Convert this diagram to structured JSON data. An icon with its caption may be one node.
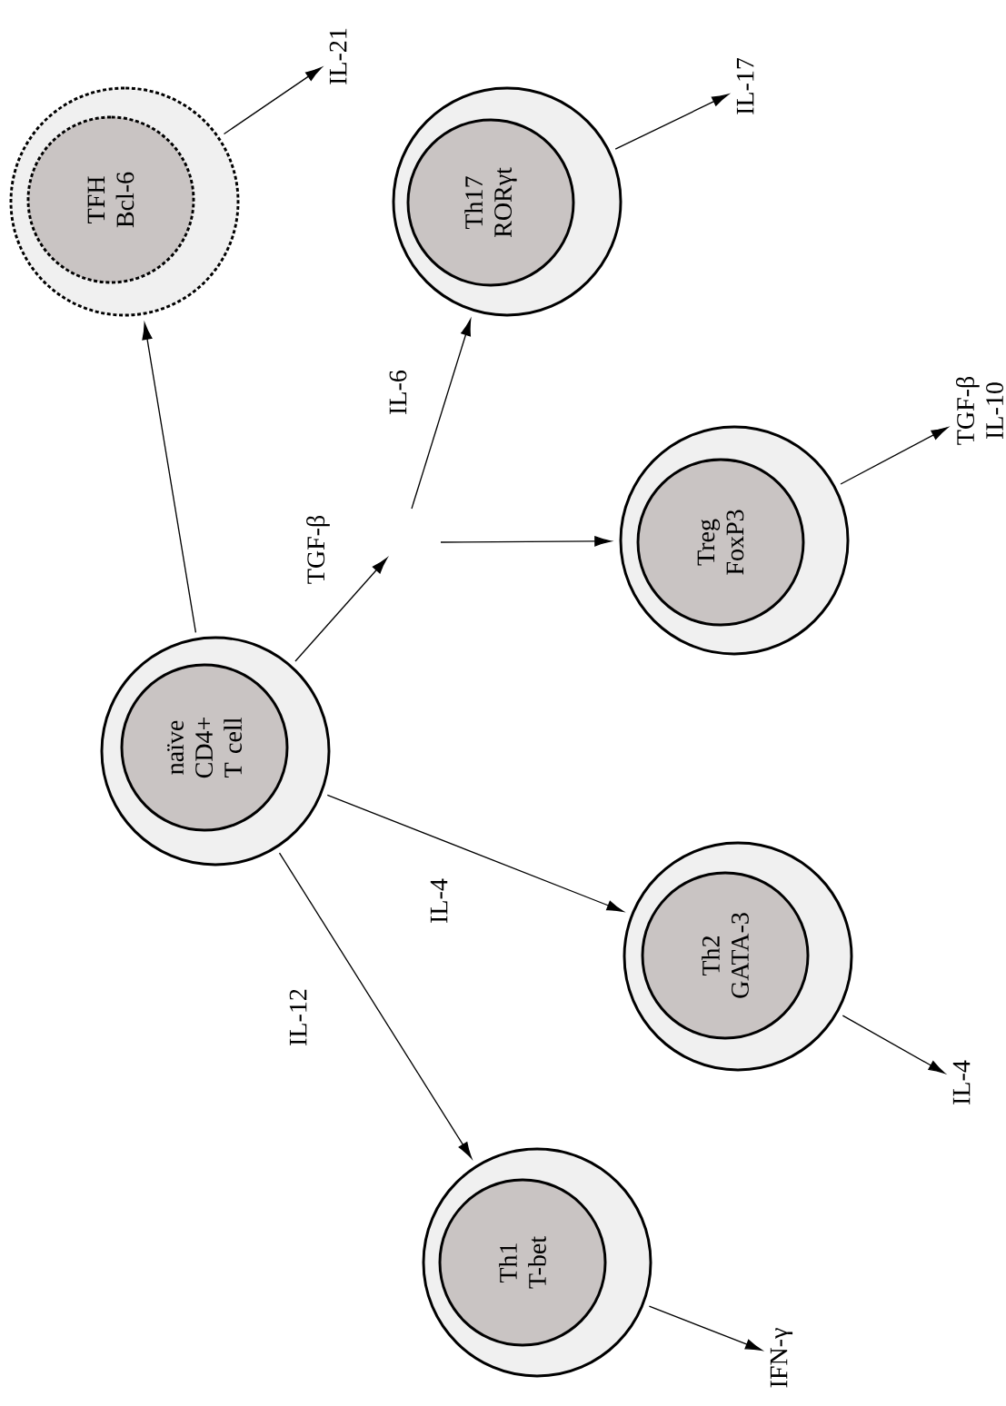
{
  "diagram": {
    "nodes": [
      {
        "text": [],
        "shape": "circle"
      },
      {
        "text": [
          "TFH",
          "Bcl-6"
        ],
        "in": 0
      },
      {
        "text": [
          "IL-21"
        ]
      },
      {
        "text": [],
        "shape": "circle"
      },
      {
        "text": [
          "Th17",
          "RORγt"
        ],
        "in": 3
      },
      {
        "text": [
          "IL-17"
        ]
      },
      {
        "text": [],
        "shape": "circle"
      },
      {
        "text": [
          "naïve CD4+ T cell"
        ],
        "in": 6
      },
      {
        "text": [],
        "shape": "circle"
      },
      {
        "text": [
          "Treg",
          "FoxP3"
        ],
        "in": 8
      },
      {
        "text": [
          "TGF-β",
          "IL-10"
        ]
      },
      {
        "text": [],
        "shape": "circle"
      },
      {
        "text": [
          "Th2",
          "GATA-3"
        ],
        "in": 11
      },
      {
        "text": [
          "IL-4"
        ]
      },
      {
        "text": [],
        "shape": "circle"
      },
      {
        "text": [
          "Th1",
          "T-bet"
        ],
        "in": 14
      },
      {
        "text": [
          "IFN-γ"
        ]
      }
    ],
    "edges": [
      {
        "from": 6,
        "to": 0,
        "arrow": "to"
      },
      {
        "from": 6,
        "to": null,
        "arrow": "to",
        "label": "TGF-β"
      },
      {
        "from": null,
        "to": 3,
        "arrow": "to",
        "label": "IL-6"
      },
      {
        "from": null,
        "to": 8,
        "arrow": "to"
      },
      {
        "from": 6,
        "to": 11,
        "arrow": "to",
        "label": "IL-4"
      },
      {
        "from": 6,
        "to": 14,
        "arrow": "to",
        "label": "IL-12"
      },
      {
        "from": 0,
        "to": 2,
        "arrow": "to"
      },
      {
        "from": 3,
        "to": 5,
        "arrow": "to"
      },
      {
        "from": 8,
        "to": 10,
        "arrow": "to"
      },
      {
        "from": 11,
        "to": 13,
        "arrow": "to"
      },
      {
        "from": 14,
        "to": 16,
        "arrow": "to"
      }
    ]
  }
}
